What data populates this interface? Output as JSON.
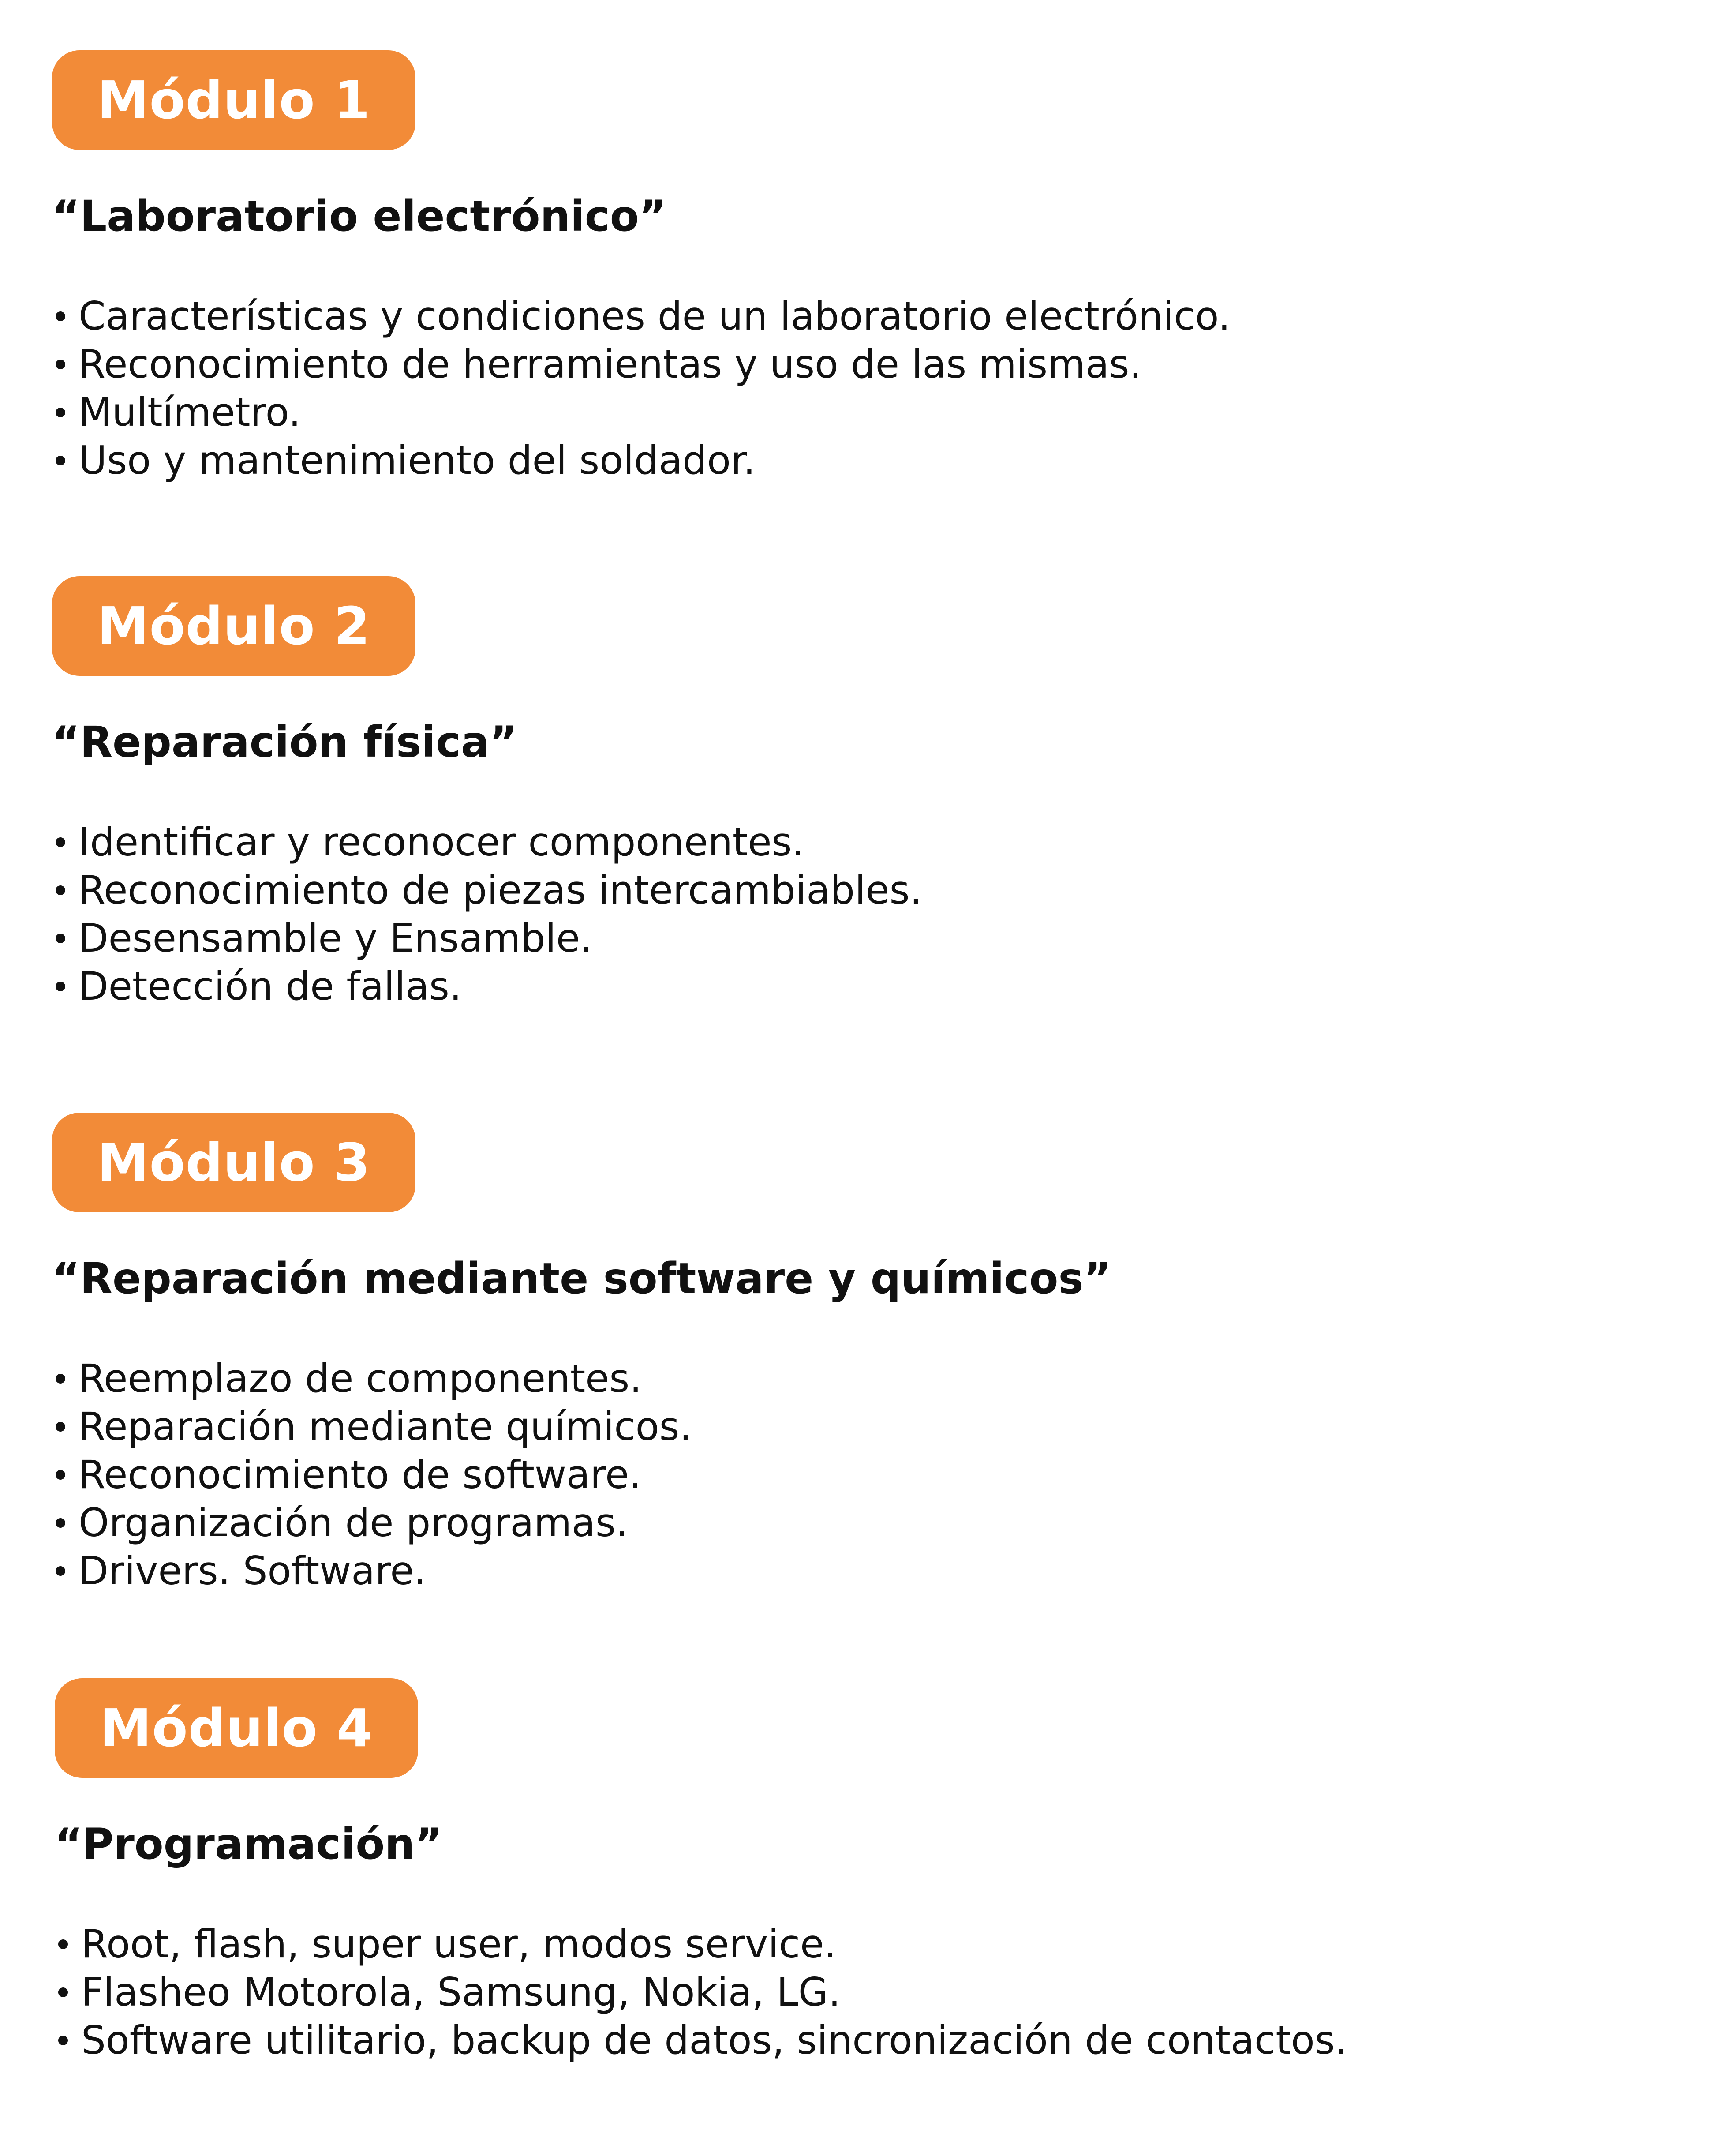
{
  "modules": [
    {
      "badge": "Módulo 1",
      "title": "“Laboratorio electrónico”",
      "items": [
        "Características y condiciones de un laboratorio electrónico.",
        "Reconocimiento de herramientas y uso de las mismas.",
        "Multímetro.",
        "Uso y mantenimiento del soldador."
      ]
    },
    {
      "badge": "Módulo 2",
      "title": "“Reparación física”",
      "items": [
        "Identificar y reconocer componentes.",
        "Reconocimiento de piezas intercambiables.",
        "Desensamble y Ensamble.",
        "Detección de fallas."
      ]
    },
    {
      "badge": "Módulo 3",
      "title": "“Reparación mediante software y químicos”",
      "items": [
        "Reemplazo de componentes.",
        "Reparación mediante químicos.",
        "Reconocimiento de software.",
        "Organización de programas.",
        "Drivers. Software."
      ]
    },
    {
      "badge": "Módulo 4",
      "title": "“Programación”",
      "items": [
        "Root, flash, super user, modos service.",
        "Flasheo Motorola, Samsung, Nokia, LG.",
        "Software utilitario, backup de datos, sincronización de contactos."
      ]
    }
  ],
  "colors": {
    "badge_background": "#F28B38",
    "badge_text": "#FFFFFF",
    "body_text": "#111111"
  }
}
